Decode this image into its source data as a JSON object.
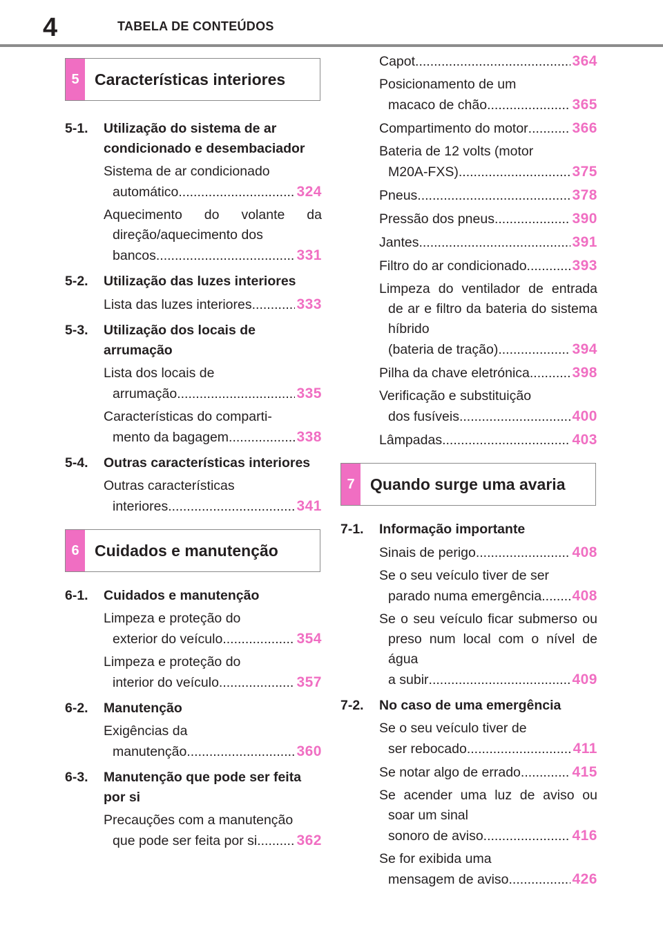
{
  "header": {
    "page_number": "4",
    "title": "TABELA DE CONTEÚDOS"
  },
  "left": {
    "chapter5": {
      "num": "5",
      "title": "Características interiores"
    },
    "chapter5_sections": [
      {
        "num": "5-1.",
        "title": "Utilização do sistema de ar condicionado e desembaciador",
        "entries": [
          {
            "first": "Sistema de ar condicionado",
            "last": "automático",
            "page": "324"
          },
          {
            "first": "Aquecimento do volante da direção/aquecimento dos",
            "last": "bancos",
            "page": "331"
          }
        ]
      },
      {
        "num": "5-2.",
        "title": "Utilização das luzes interiores",
        "entries": [
          {
            "first": "",
            "last": "Lista das luzes interiores",
            "page": "333"
          }
        ]
      },
      {
        "num": "5-3.",
        "title": "Utilização dos locais de arrumação",
        "entries": [
          {
            "first": "Lista dos locais de",
            "last": "arrumação",
            "page": "335"
          },
          {
            "first": "Características do comparti-",
            "last": "mento da bagagem",
            "page": "338"
          }
        ]
      },
      {
        "num": "5-4.",
        "title": "Outras características interiores",
        "entries": [
          {
            "first": "Outras características",
            "last": "interiores",
            "page": "341"
          }
        ]
      }
    ],
    "chapter6": {
      "num": "6",
      "title": "Cuidados e manutenção"
    },
    "chapter6_sections": [
      {
        "num": "6-1.",
        "title": "Cuidados e manutenção",
        "entries": [
          {
            "first": "Limpeza e proteção do",
            "last": "exterior do veículo",
            "page": "354"
          },
          {
            "first": "Limpeza e proteção do",
            "last": "interior do veículo",
            "page": "357"
          }
        ]
      },
      {
        "num": "6-2.",
        "title": "Manutenção",
        "entries": [
          {
            "first": "Exigências da",
            "last": "manutenção",
            "page": "360"
          }
        ]
      },
      {
        "num": "6-3.",
        "title": "Manutenção que pode ser feita por si",
        "entries": [
          {
            "first": "Precauções com a manutenção",
            "last": "que pode ser feita por si",
            "page": "362"
          }
        ]
      }
    ]
  },
  "right": {
    "continued_entries": [
      {
        "first": "",
        "last": "Capot",
        "page": "364"
      },
      {
        "first": "Posicionamento de um",
        "last": "macaco de chão",
        "page": "365"
      },
      {
        "first": "",
        "last": "Compartimento do motor",
        "page": "366"
      },
      {
        "first": "Bateria de 12 volts (motor",
        "last": "M20A-FXS)",
        "page": "375"
      },
      {
        "first": "",
        "last": "Pneus",
        "page": "378"
      },
      {
        "first": "",
        "last": "Pressão dos pneus",
        "page": "390"
      },
      {
        "first": "",
        "last": "Jantes",
        "page": "391"
      },
      {
        "first": "",
        "last": "Filtro do ar condicionado",
        "page": "393"
      },
      {
        "first": "Limpeza do ventilador de entrada de ar e filtro da bateria do sistema híbrido",
        "last": "(bateria de tração)",
        "page": "394"
      },
      {
        "first": "",
        "last": "Pilha da chave eletrónica",
        "page": "398"
      },
      {
        "first": "Verificação e substituição",
        "last": "dos fusíveis",
        "page": "400"
      },
      {
        "first": "",
        "last": "Lâmpadas",
        "page": "403"
      }
    ],
    "chapter7": {
      "num": "7",
      "title": "Quando surge uma avaria"
    },
    "chapter7_sections": [
      {
        "num": "7-1.",
        "title": "Informação importante",
        "entries": [
          {
            "first": "",
            "last": "Sinais de perigo",
            "page": "408"
          },
          {
            "first": "Se o seu veículo tiver de ser",
            "last": "parado numa emergência",
            "page": "408"
          },
          {
            "first": "Se o seu veículo ficar submerso ou preso num local com o nível de água",
            "last": "a subir",
            "page": "409"
          }
        ]
      },
      {
        "num": "7-2.",
        "title": "No caso de uma emergência",
        "entries": [
          {
            "first": "Se o seu veículo tiver de",
            "last": "ser rebocado",
            "page": "411"
          },
          {
            "first": "",
            "last": "Se notar algo de errado",
            "page": "415"
          },
          {
            "first": "Se acender uma luz de aviso ou soar um sinal",
            "last": "sonoro de aviso",
            "page": "416"
          },
          {
            "first": "Se for exibida uma",
            "last": "mensagem de aviso",
            "page": "426"
          }
        ]
      }
    ]
  }
}
